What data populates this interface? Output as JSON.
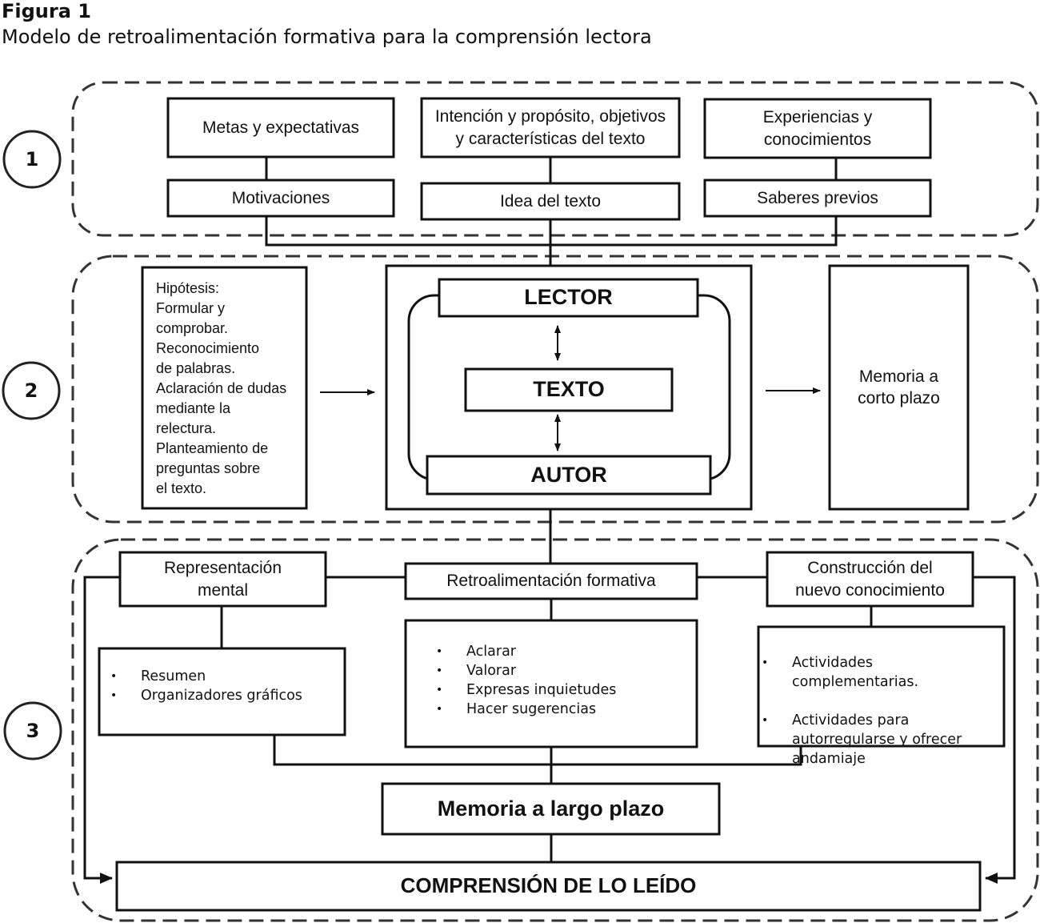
{
  "figure": {
    "label": "Figura 1",
    "title": "Modelo de retroalimentación formativa para la comprensión lectora"
  },
  "sections": [
    "1",
    "2",
    "3"
  ],
  "section1": {
    "metas": "Metas y expectativas",
    "intencion": "Intención y propósito, objetivos\ny características del texto",
    "experiencias": "Experiencias y\nconocimientos",
    "motivaciones": "Motivaciones",
    "idea": "Idea del texto",
    "saberes": "Saberes previos"
  },
  "section2": {
    "hipotesis": "Hipótesis:\nFormular y\ncomprobar.\nReconocimiento\nde palabras.\nAclaración de dudas\nmediante la\nrelectura.\nPlanteamiento de\npreguntas sobre\nel texto.",
    "lector": "LECTOR",
    "texto": "TEXTO",
    "autor": "AUTOR",
    "memoria_corto": "Memoria a\ncorto plazo"
  },
  "section3": {
    "representacion": "Representación\nmental",
    "retroalimentacion": "Retroalimentación formativa",
    "construccion": "Construcción del\nnuevo conocimiento",
    "left_items": [
      "Resumen",
      "Organizadores gráficos"
    ],
    "center_items": [
      "Aclarar",
      "Valorar",
      "Expresas inquietudes",
      "Hacer sugerencias"
    ],
    "right_items": [
      "Actividades\ncomplementarias.",
      "Actividades para\nautorregularse y ofrecer\nandamiaje"
    ],
    "memoria_largo": "Memoria a largo plazo",
    "comprension": "COMPRENSIÓN DE LO LEÍDO"
  }
}
